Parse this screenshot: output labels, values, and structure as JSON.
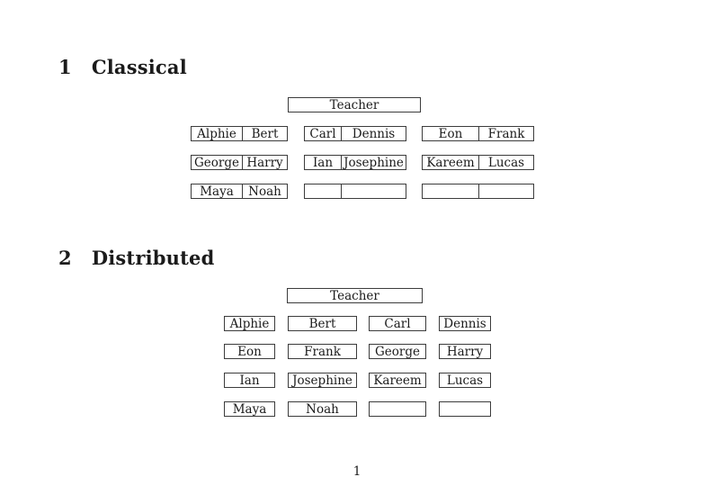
{
  "colors": {
    "background": "#ffffff",
    "text": "#1b1b1b",
    "border": "#3c3c3c"
  },
  "page": {
    "number": "1"
  },
  "classical": {
    "number": "1",
    "title": "Classical",
    "teacher": "Teacher",
    "rows": [
      [
        [
          "Alphie",
          "Bert"
        ],
        [
          "Carl",
          "Dennis"
        ],
        [
          "Eon",
          "Frank"
        ]
      ],
      [
        [
          "George",
          "Harry"
        ],
        [
          "Ian",
          "Josephine"
        ],
        [
          "Kareem",
          "Lucas"
        ]
      ],
      [
        [
          "Maya",
          "Noah"
        ],
        [
          "",
          ""
        ],
        [
          "",
          ""
        ]
      ]
    ]
  },
  "distributed": {
    "number": "2",
    "title": "Distributed",
    "teacher": "Teacher",
    "rows": [
      [
        "Alphie",
        "Bert",
        "Carl",
        "Dennis"
      ],
      [
        "Eon",
        "Frank",
        "George",
        "Harry"
      ],
      [
        "Ian",
        "Josephine",
        "Kareem",
        "Lucas"
      ],
      [
        "Maya",
        "Noah",
        "",
        ""
      ]
    ]
  }
}
